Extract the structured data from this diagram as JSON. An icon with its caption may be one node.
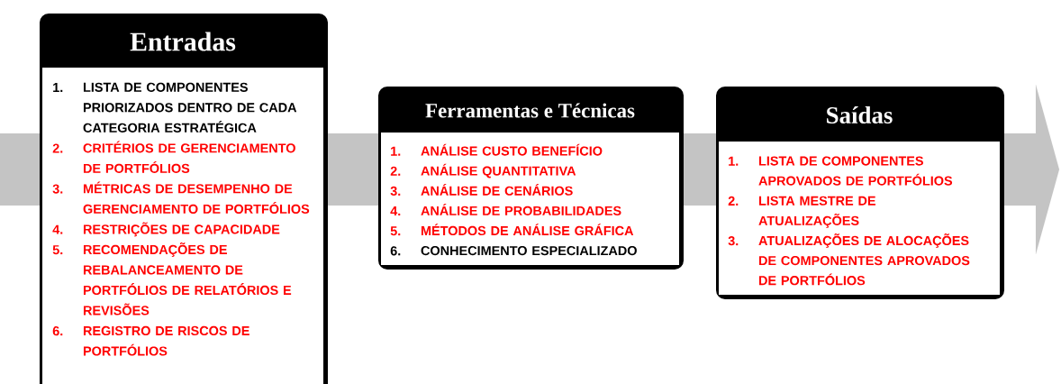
{
  "diagram": {
    "nodes": [
      {
        "text": [
          "Entradas",
          "1.",
          "LISTA DE COMPONENTES PRIORIZADOS DENTRO DE CADA CATEGORIA ESTRATÉGICA",
          "2.",
          "CRITÉRIOS DE GERENCIAMENTO DE PORTFÓLIOS",
          "3.",
          "MÉTRICAS DE DESEMPENHO DE GERENCIAMENTO DE PORTFÓLIOS",
          "4.",
          "RESTRIÇÕES DE CAPACIDADE",
          "5.",
          "RECOMENDAÇÕES DE REBALANCEAMENTO DE PORTFÓLIOS DE RELATÓRIOS E REVISÕES",
          "6.",
          "REGISTRO DE RISCOS DE PORTFÓLIOS"
        ]
      },
      {
        "text": [
          "Ferramentas e Técnicas",
          "1.",
          "ANÁLISE CUSTO BENEFÍCIO",
          "2.",
          "ANÁLISE QUANTITATIVA",
          "3.",
          "ANÁLISE DE CENÁRIOS",
          "4.",
          "ANÁLISE DE PROBABILIDADES",
          "5.",
          "MÉTODOS DE ANÁLISE GRÁFICA",
          "6.",
          "CONHECIMENTO ESPECIALIZADO"
        ]
      },
      {
        "text": [
          "Saídas",
          "1.",
          "LISTA DE COMPONENTES APROVADOS DE PORTFÓLIOS",
          "2.",
          "LISTA MESTRE DE ATUALIZAÇÕES",
          "3.",
          "ATUALIZAÇÕES DE ALOCAÇÕES DE COMPONENTES APROVADOS DE PORTFÓLIOS"
        ]
      }
    ],
    "edges": [
      {
        "from": null,
        "to": 0,
        "arrow": "none"
      },
      {
        "from": 0,
        "to": 1,
        "arrow": "none"
      },
      {
        "from": 1,
        "to": 2,
        "arrow": "none"
      },
      {
        "from": 2,
        "to": null,
        "arrow": "to"
      }
    ]
  }
}
